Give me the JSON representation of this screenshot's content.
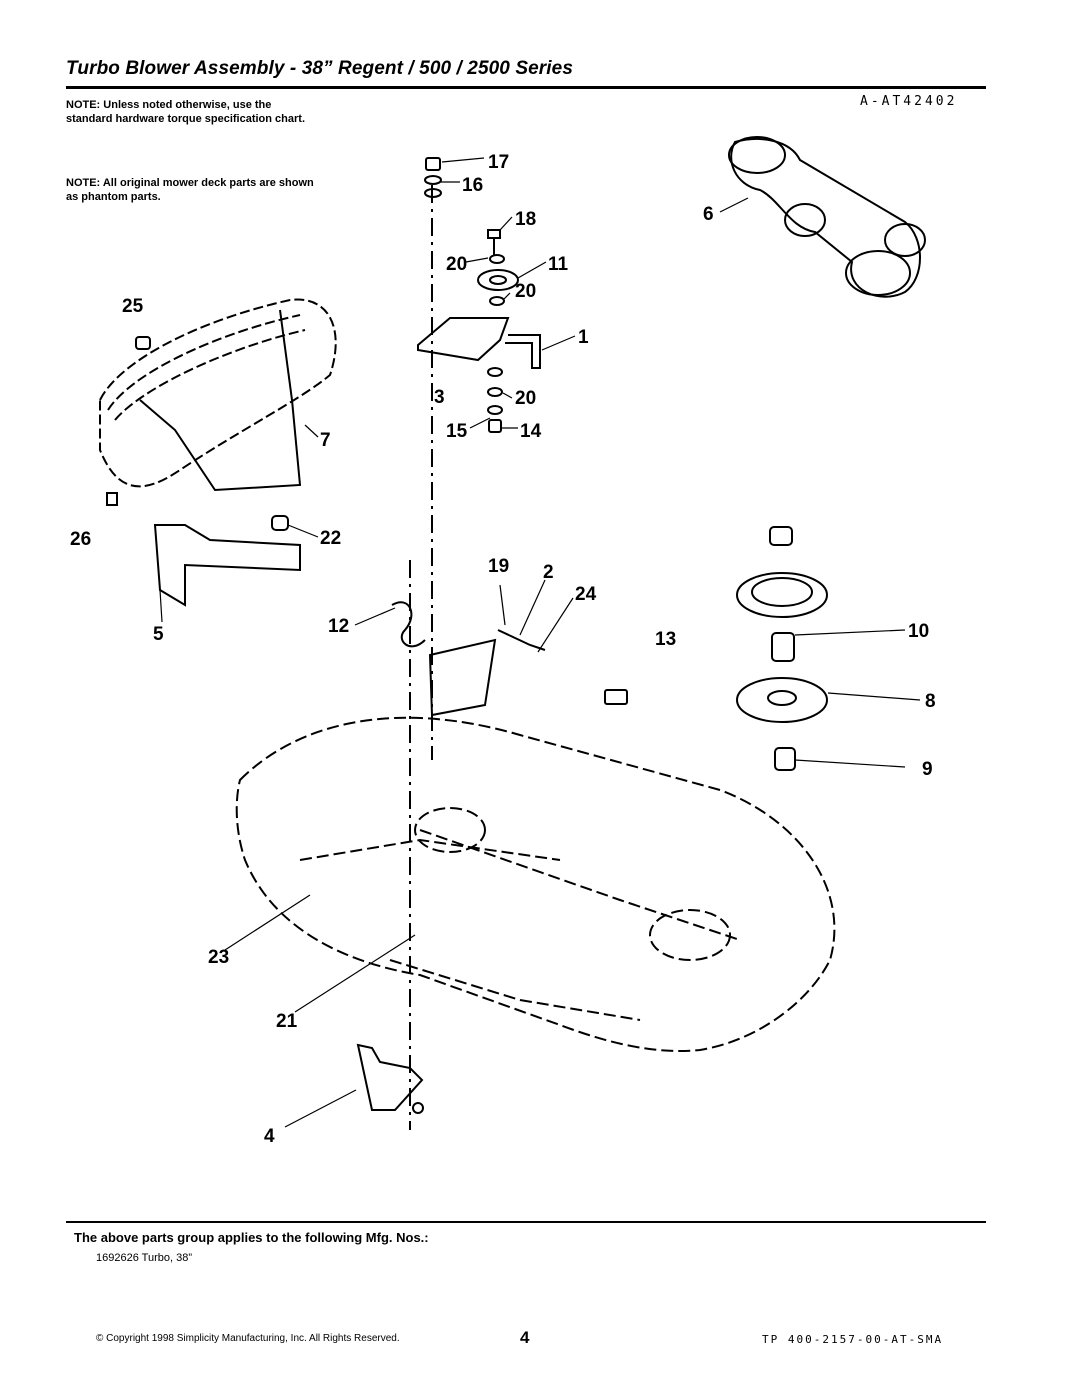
{
  "header": {
    "title": "Turbo Blower Assembly - 38” Regent / 500 / 2500 Series",
    "drawing_id": "A-AT42402"
  },
  "notes": {
    "torque": "NOTE: Unless noted otherwise, use the standard hardware torque specification chart.",
    "phantom": "NOTE: All original mower deck parts are shown as phantom parts."
  },
  "callouts": [
    "17",
    "16",
    "18",
    "6",
    "20",
    "11",
    "20",
    "25",
    "1",
    "3",
    "20",
    "15",
    "14",
    "7",
    "26",
    "22",
    "19",
    "2",
    "24",
    "12",
    "13",
    "10",
    "5",
    "8",
    "9",
    "23",
    "21",
    "4"
  ],
  "footer": {
    "applies_heading": "The above parts group applies to the following Mfg. Nos.:",
    "mfg_number": "1692626 Turbo, 38”",
    "copyright": "© Copyright 1998 Simplicity Manufacturing, Inc. All Rights Reserved.",
    "page_number": "4",
    "doc_code": "TP 400-2157-00-AT-SMA"
  }
}
